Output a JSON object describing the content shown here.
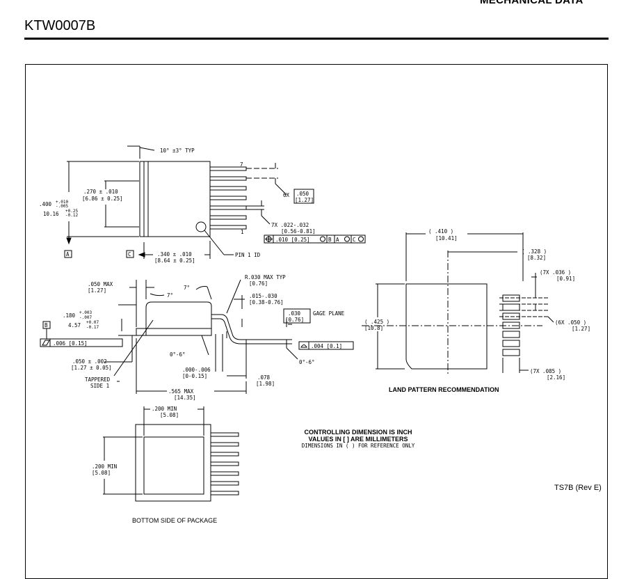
{
  "header": {
    "section_title": "MECHANICAL DATA",
    "package_code": "KTW0007B"
  },
  "drawing": {
    "top_view": {
      "angle_label": "10° ±3° TYP",
      "height_inch": ".400",
      "height_tol_inch_top": "+.010",
      "height_tol_inch_bot": "-.005",
      "height_mm": "10.16",
      "height_tol_mm_top": "+0.25",
      "height_tol_mm_bot": "-0.12",
      "tab_inch": ".270 ± .010",
      "tab_mm": "[6.86 ± 0.25]",
      "pin_pitch_prefix": "6X",
      "pin_pitch_inch": ".050",
      "pin_pitch_mm": "[1.27]",
      "lead_width_inch": "7X .022-.032",
      "lead_width_mm": "[0.56-0.81]",
      "position_tol": ".010 [0.25]",
      "datum_b": "B",
      "datum_a_m": "A",
      "datum_c_m": "C",
      "pin_top": "7",
      "pin_bottom": "1",
      "pin1_label": "PIN 1 ID",
      "datum_a": "A",
      "datum_c": "C",
      "body_len_inch": ".340 ± .010",
      "body_len_mm": "[8.64 ± 0.25]"
    },
    "side_view": {
      "lead_len_inch": ".050  MAX",
      "lead_len_mm": "[1.27]",
      "angle_left": "7°",
      "angle_right": "7°",
      "radius_inch": "R.030  MAX TYP",
      "radius_mm": "[0.76]",
      "thick_inch": ".015-.030",
      "thick_mm": "[0.38-0.76]",
      "height_inch": ".180",
      "height_tol_top": "+.003",
      "height_tol_bot": "-.007",
      "height_mm": "4.57",
      "height_mm_tol_top": "+0.07",
      "height_mm_tol_bot": "-0.17",
      "datum_b": "B",
      "flatness": ".006 [0.15]",
      "gage_inch": ".030",
      "gage_mm": "[0.76]",
      "gage_label": "GAGE PLANE",
      "profile": ".004 [0.1]",
      "foot_angle": "0°-6°",
      "body_angle": "0°-6°",
      "standoff_inch": ".050 ± .002",
      "standoff_mm": "[1.27 ± 0.05]",
      "taper_label1": "TAPPERED",
      "taper_label2": "SIDE 1",
      "offset_inch": ".000-.006",
      "offset_mm": "[0-0.15]",
      "foot_inch": ".078",
      "foot_mm": "[1.98]",
      "total_inch": ".565   MAX",
      "total_mm": "[14.35]"
    },
    "bottom_view": {
      "width_inch": ".200 MIN",
      "width_mm": "[5.08]",
      "height_inch": ".200 MIN",
      "height_mm": "[5.08]",
      "caption": "BOTTOM SIDE OF PACKAGE"
    },
    "land_pattern": {
      "width_inch": "( .410     )",
      "width_mm": "[10.41]",
      "offset_inch": "( .328    )",
      "offset_mm": "[8.32]",
      "pad_w_inch": "(7X  .036    )",
      "pad_w_mm": "[0.91]",
      "height_inch": "( .425     )",
      "height_mm": "[10.8]",
      "pitch_inch": "(6X  .050    )",
      "pitch_mm": "[1.27]",
      "pad_len_inch": "(7X  .085    )",
      "pad_len_mm": "[2.16]",
      "caption": "LAND PATTERN RECOMMENDATION"
    },
    "notes": {
      "line1": "CONTROLLING DIMENSION IS INCH",
      "line2": "VALUES IN [ ] ARE MILLIMETERS",
      "line3": "DIMENSIONS IN ( ) FOR REFERENCE ONLY"
    },
    "revision": "TS7B (Rev E)"
  }
}
